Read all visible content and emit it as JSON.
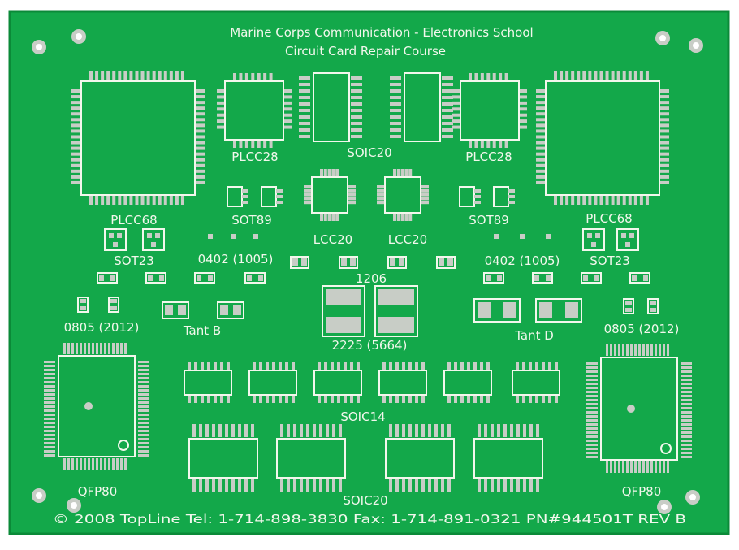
{
  "board": {
    "title_line1": "Marine Corps Communication - Electronics School",
    "title_line2": "Circuit Card Repair Course",
    "footer": "© 2008 TopLine  Tel: 1-714-898-3830  Fax: 1-714-891-0321  PN#944501T  REV B",
    "colors": {
      "board": "#13a84a",
      "board_edge": "#0b8a38",
      "pad": "#c8cdc6",
      "silkscreen": "#f2f7ec",
      "background": "#ffffff"
    }
  },
  "labels": {
    "plcc28_left": "PLCC28",
    "soic20_top": "SOIC20",
    "plcc28_right": "PLCC28",
    "plcc68_left": "PLCC68",
    "sot89_left": "SOT89",
    "lcc20_left": "LCC20",
    "lcc20_right": "LCC20",
    "sot89_right": "SOT89",
    "plcc68_right": "PLCC68",
    "sot23_left": "SOT23",
    "r0402_left": "0402 (1005)",
    "r0402_right": "0402 (1005)",
    "sot23_right": "SOT23",
    "r1206": "1206",
    "r0805_left": "0805 (2012)",
    "tant_b": "Tant B",
    "r2225": "2225 (5664)",
    "tant_d": "Tant D",
    "r0805_right": "0805 (2012)",
    "soic14": "SOIC14",
    "qfp80_left": "QFP80",
    "soic20_bottom": "SOIC20",
    "qfp80_right": "QFP80"
  }
}
